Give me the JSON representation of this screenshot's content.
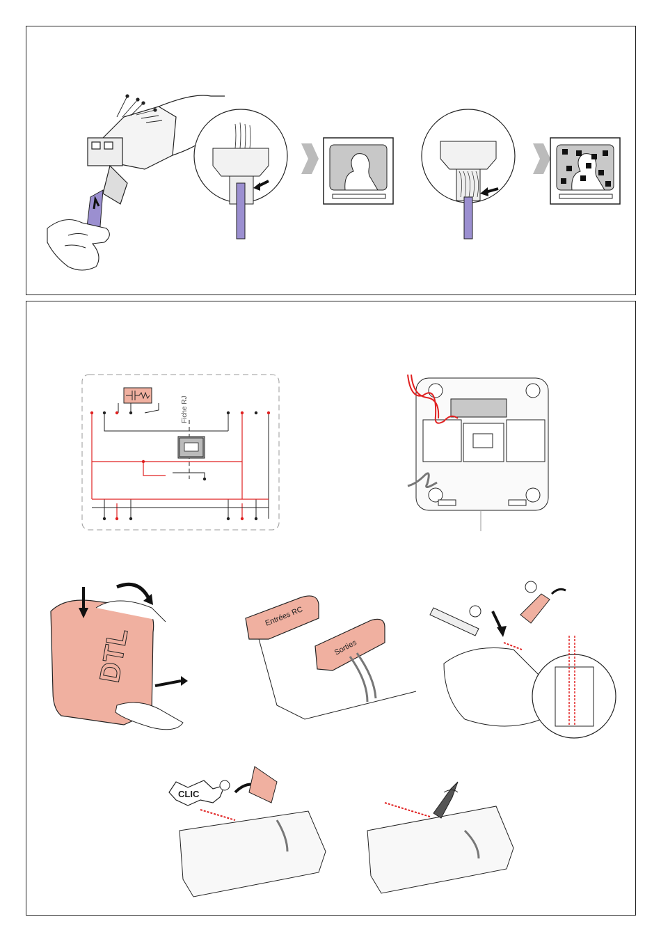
{
  "labels": {
    "fiche_rj": "Fiche RJ",
    "entrees": "Entrées RC",
    "sorties": "Sorties",
    "dtl": "DTL",
    "clic": "CLIC"
  },
  "colors": {
    "purple": "#9b8fd0",
    "salmon": "#f0b0a0",
    "red": "#e02020",
    "gray": "#777777",
    "screen": "#c8c8c8"
  },
  "icons": [
    "hand-icon",
    "arrow-right-icon",
    "tv-screen-icon",
    "cable-icon",
    "scissors-icon"
  ]
}
